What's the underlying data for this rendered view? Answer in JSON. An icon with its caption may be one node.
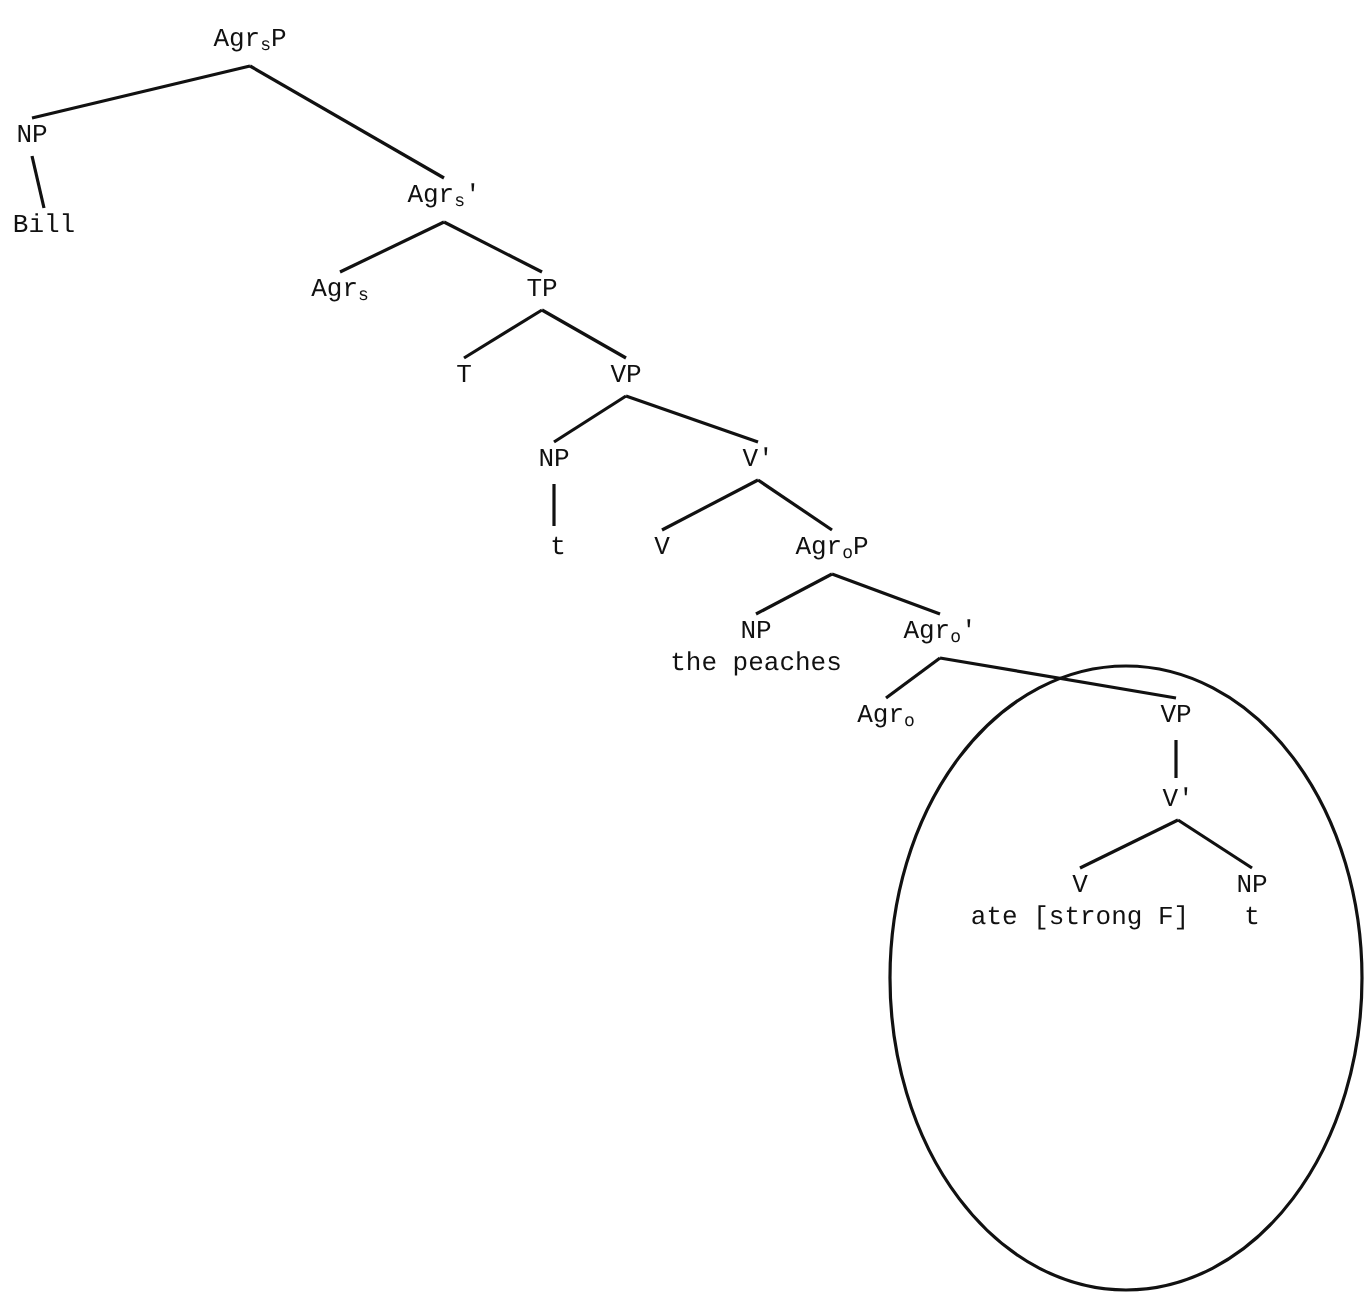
{
  "diagram": {
    "nodes": [
      {
        "text": [
          "Agr$_{s}$P"
        ]
      },
      {
        "text": [
          "NP"
        ]
      },
      {
        "text": [
          "Bill"
        ]
      },
      {
        "text": [
          "Agr$_{s}$'"
        ]
      },
      {
        "text": [
          "Agr$_{s}$"
        ]
      },
      {
        "text": [
          "TP"
        ]
      },
      {
        "text": [
          "T"
        ]
      },
      {
        "text": [
          "VP"
        ]
      },
      {
        "text": [
          "NP"
        ]
      },
      {
        "text": [
          "t"
        ]
      },
      {
        "text": [
          "V'"
        ]
      },
      {
        "text": [
          "V"
        ]
      },
      {
        "text": [
          "Agr$_{o}$P"
        ]
      },
      {
        "text": [
          "NP",
          "the peaches"
        ]
      },
      {
        "text": [
          "Agr$_{o}$'"
        ]
      },
      {
        "text": [
          "Agr$_{o}$"
        ]
      },
      {
        "text": [],
        "shape": "circle"
      },
      {
        "text": [
          "VP"
        ],
        "in": 16
      },
      {
        "text": [
          "V'"
        ],
        "in": 16
      },
      {
        "text": [
          "V",
          "ate [strong F]"
        ],
        "in": 16
      },
      {
        "text": [
          "NP",
          "t"
        ],
        "in": 16
      }
    ],
    "edges": [
      {
        "from": 0,
        "to": 1,
        "arrow": "none"
      },
      {
        "from": 0,
        "to": 3,
        "arrow": "none"
      },
      {
        "from": 1,
        "to": 2,
        "arrow": "none"
      },
      {
        "from": 3,
        "to": 4,
        "arrow": "none"
      },
      {
        "from": 3,
        "to": 5,
        "arrow": "none"
      },
      {
        "from": 5,
        "to": 6,
        "arrow": "none"
      },
      {
        "from": 5,
        "to": 7,
        "arrow": "none"
      },
      {
        "from": 7,
        "to": 8,
        "arrow": "none"
      },
      {
        "from": 7,
        "to": 10,
        "arrow": "none"
      },
      {
        "from": 8,
        "to": 9,
        "arrow": "none"
      },
      {
        "from": 10,
        "to": 11,
        "arrow": "none"
      },
      {
        "from": 10,
        "to": 12,
        "arrow": "none"
      },
      {
        "from": 12,
        "to": 13,
        "arrow": "none"
      },
      {
        "from": 12,
        "to": 14,
        "arrow": "none"
      },
      {
        "from": 14,
        "to": 15,
        "arrow": "none"
      },
      {
        "from": 14,
        "to": 17,
        "arrow": "none"
      },
      {
        "from": 17,
        "to": 18,
        "arrow": "none"
      },
      {
        "from": 18,
        "to": 19,
        "arrow": "none"
      },
      {
        "from": 18,
        "to": 20,
        "arrow": "none"
      }
    ]
  }
}
